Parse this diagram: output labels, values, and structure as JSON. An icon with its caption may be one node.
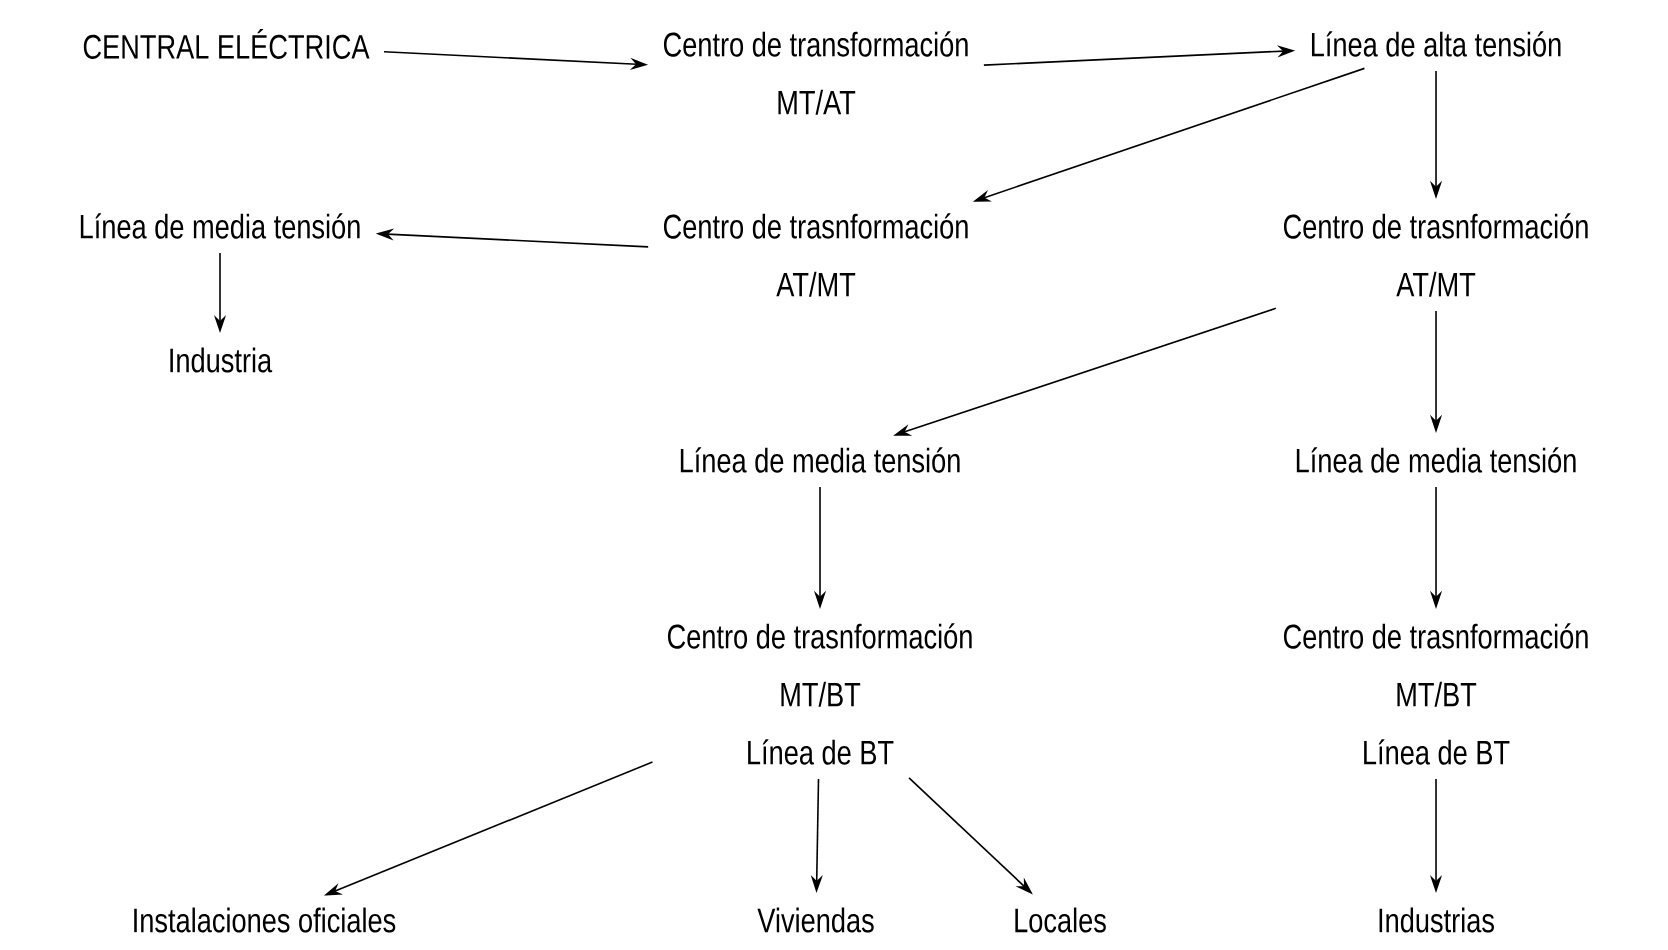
{
  "diagram": {
    "nodes": [
      {
        "text": [
          "CENTRAL ELÉCTRICA"
        ]
      },
      {
        "text": [
          "Centro de transformación",
          "MT/AT"
        ]
      },
      {
        "text": [
          "Línea de alta tensión"
        ]
      },
      {
        "text": [
          "Centro de trasnformación",
          "AT/MT"
        ]
      },
      {
        "text": [
          "Línea de media tensión"
        ]
      },
      {
        "text": [
          "Industria"
        ]
      },
      {
        "text": [
          "Centro de trasnformación",
          "AT/MT"
        ]
      },
      {
        "text": [
          "Línea de media tensión"
        ]
      },
      {
        "text": [
          "Línea de media tensión"
        ]
      },
      {
        "text": [
          "Centro de trasnformación",
          "MT/BT",
          "Línea de BT"
        ]
      },
      {
        "text": [
          "Centro de trasnformación",
          "MT/BT",
          "Línea de BT"
        ]
      },
      {
        "text": [
          "Instalaciones oficiales"
        ]
      },
      {
        "text": [
          "Viviendas"
        ]
      },
      {
        "text": [
          "Locales"
        ]
      },
      {
        "text": [
          "Industrias"
        ]
      }
    ],
    "edges": [
      {
        "from": 0,
        "to": 1,
        "arrow": "to"
      },
      {
        "from": 1,
        "to": 2,
        "arrow": "to"
      },
      {
        "from": 2,
        "to": 3,
        "arrow": "to"
      },
      {
        "from": 2,
        "to": 6,
        "arrow": "to"
      },
      {
        "from": 3,
        "to": 4,
        "arrow": "to"
      },
      {
        "from": 4,
        "to": 5,
        "arrow": "to"
      },
      {
        "from": 6,
        "to": 7,
        "arrow": "to"
      },
      {
        "from": 6,
        "to": 8,
        "arrow": "to"
      },
      {
        "from": 7,
        "to": 9,
        "arrow": "to"
      },
      {
        "from": 8,
        "to": 10,
        "arrow": "to"
      },
      {
        "from": 9,
        "to": 11,
        "arrow": "to"
      },
      {
        "from": 9,
        "to": 12,
        "arrow": "to"
      },
      {
        "from": 9,
        "to": 13,
        "arrow": "to"
      },
      {
        "from": 10,
        "to": 14,
        "arrow": "to"
      }
    ]
  }
}
